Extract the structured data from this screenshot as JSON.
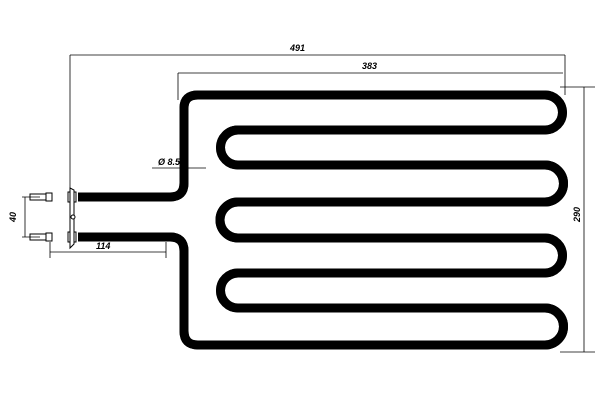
{
  "drawing": {
    "title": "Heating element technical drawing",
    "dimensions": {
      "overall_length": "491",
      "loop_length": "383",
      "height": "290",
      "terminal_spacing": "40",
      "terminal_length": "114",
      "tube_diameter": "Ø 8.5"
    },
    "colors": {
      "line": "#000000",
      "background": "#ffffff"
    }
  }
}
